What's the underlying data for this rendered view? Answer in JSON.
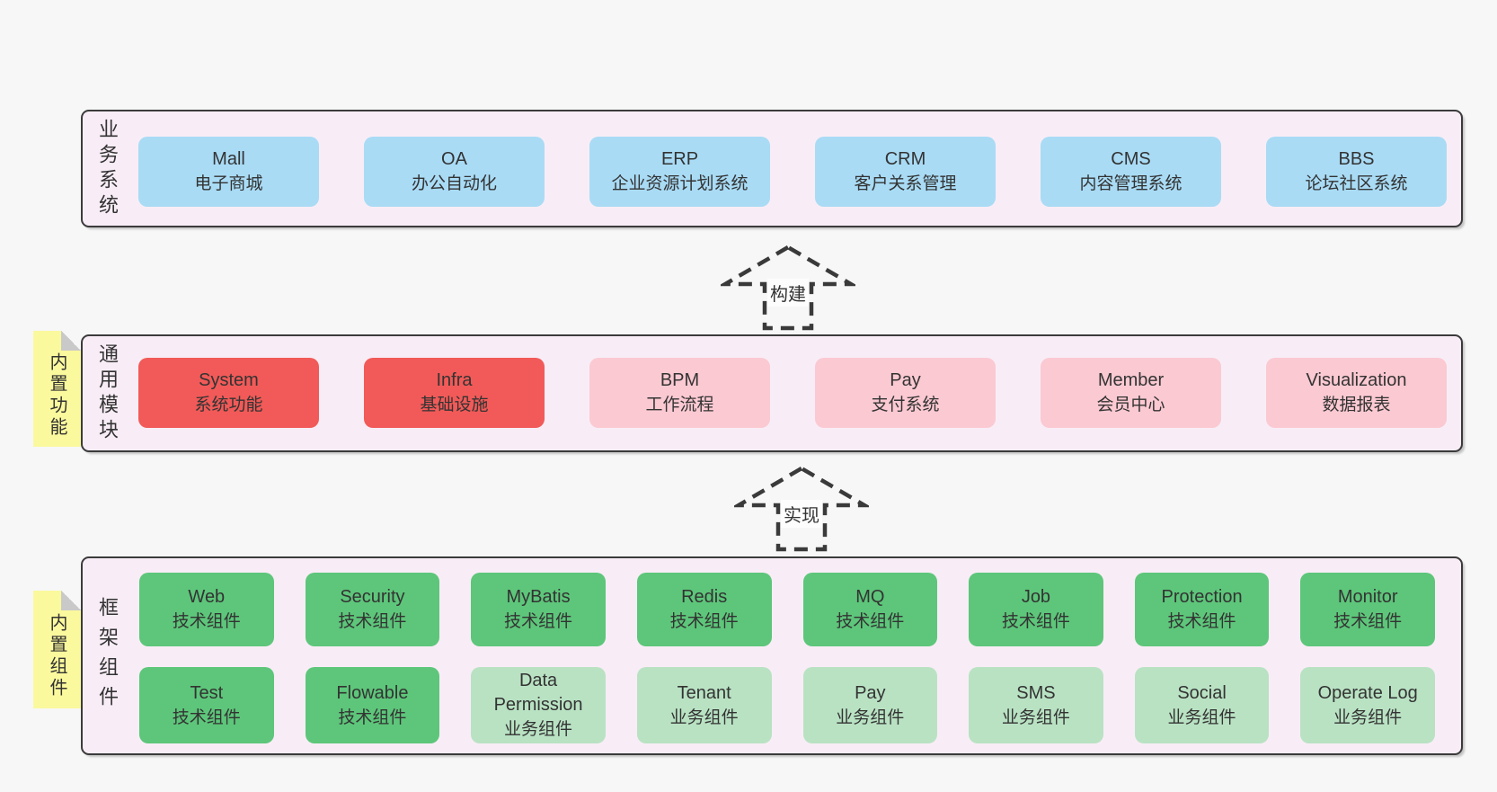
{
  "diagram": {
    "background": "#f7f7f7",
    "container_fill": "#f8edf6",
    "border_color": "#3b3b3b"
  },
  "palette": {
    "blue": "#a9dbf5",
    "red": "#f15a58",
    "pink": "#fbc9d2",
    "green": "#5dc67a",
    "lightgreen": "#b9e2c3",
    "note_yellow": "#fbf99d"
  },
  "business": {
    "label": "业务系统",
    "boxes": [
      {
        "en": "Mall",
        "zh": "电子商城"
      },
      {
        "en": "OA",
        "zh": "办公自动化"
      },
      {
        "en": "ERP",
        "zh": "企业资源计划系统"
      },
      {
        "en": "CRM",
        "zh": "客户关系管理"
      },
      {
        "en": "CMS",
        "zh": "内容管理系统"
      },
      {
        "en": "BBS",
        "zh": "论坛社区系统"
      }
    ]
  },
  "arrows": {
    "build": "构建",
    "implement": "实现"
  },
  "modules": {
    "label": "通用模块",
    "note": "内置功能",
    "boxes": [
      {
        "en": "System",
        "zh": "系统功能"
      },
      {
        "en": "Infra",
        "zh": "基础设施"
      },
      {
        "en": "BPM",
        "zh": "工作流程"
      },
      {
        "en": "Pay",
        "zh": "支付系统"
      },
      {
        "en": "Member",
        "zh": "会员中心"
      },
      {
        "en": "Visualization",
        "zh": "数据报表"
      }
    ]
  },
  "components": {
    "label": "框架组件",
    "note": "内置组件",
    "row1": [
      {
        "en": "Web",
        "zh": "技术组件"
      },
      {
        "en": "Security",
        "zh": "技术组件"
      },
      {
        "en": "MyBatis",
        "zh": "技术组件"
      },
      {
        "en": "Redis",
        "zh": "技术组件"
      },
      {
        "en": "MQ",
        "zh": "技术组件"
      },
      {
        "en": "Job",
        "zh": "技术组件"
      },
      {
        "en": "Protection",
        "zh": "技术组件"
      },
      {
        "en": "Monitor",
        "zh": "技术组件"
      }
    ],
    "row2": [
      {
        "en": "Test",
        "zh": "技术组件"
      },
      {
        "en": "Flowable",
        "zh": "技术组件"
      },
      {
        "en": "Data Permission",
        "zh": "业务组件"
      },
      {
        "en": "Tenant",
        "zh": "业务组件"
      },
      {
        "en": "Pay",
        "zh": "业务组件"
      },
      {
        "en": "SMS",
        "zh": "业务组件"
      },
      {
        "en": "Social",
        "zh": "业务组件"
      },
      {
        "en": "Operate Log",
        "zh": "业务组件"
      }
    ]
  }
}
